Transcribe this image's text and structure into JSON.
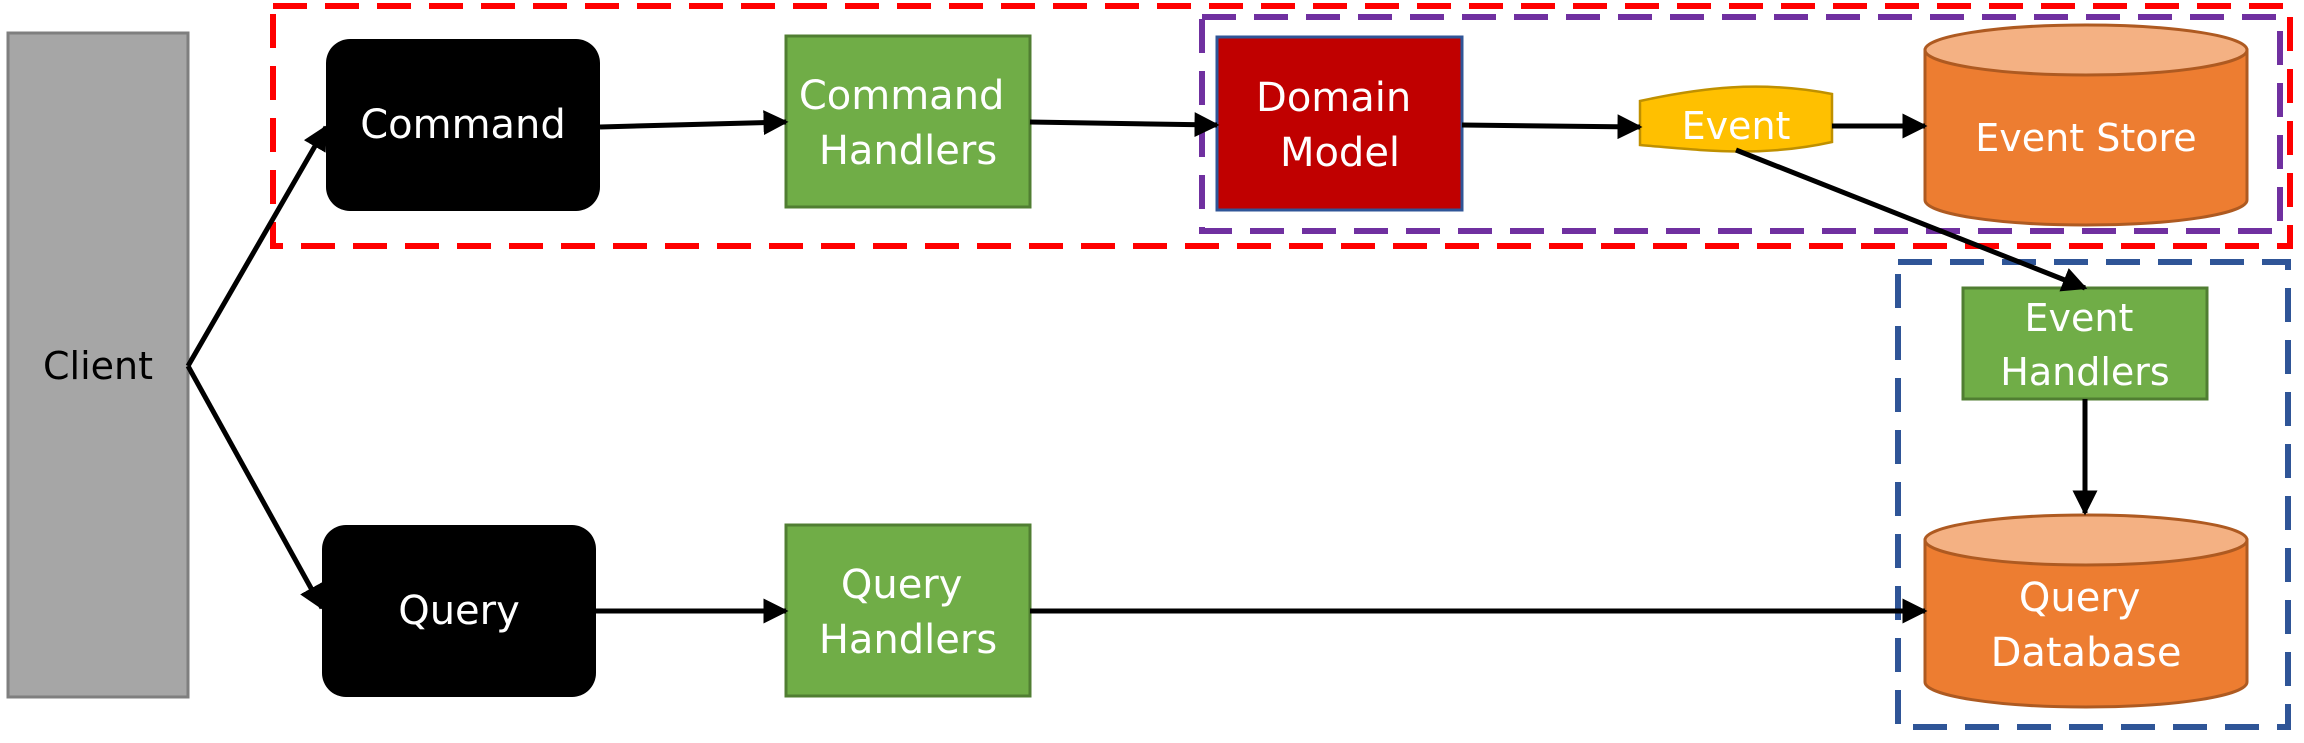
{
  "colors": {
    "client_fill": "#a6a6a6",
    "client_stroke": "#7f7f7f",
    "black_box": "#000000",
    "handler_fill": "#70ad47",
    "handler_stroke": "#507e32",
    "domain_fill": "#c00000",
    "domain_stroke": "#2f5597",
    "event_fill": "#ffc000",
    "event_stroke": "#bf9000",
    "cylinder_body": "#ed7d31",
    "cylinder_top": "#f4b183",
    "cylinder_stroke": "#ae5a21",
    "command_region": "#ff0000",
    "domain_region": "#7030a0",
    "query_region": "#2f5597",
    "arrow": "#000000"
  },
  "nodes": {
    "client": {
      "label": "Client"
    },
    "command": {
      "label": "Command"
    },
    "command_handlers": {
      "line1": "Command",
      "line2": "Handlers"
    },
    "domain_model": {
      "line1": "Domain",
      "line2": "Model"
    },
    "event": {
      "label": "Event"
    },
    "event_store": {
      "label": "Event Store"
    },
    "event_handlers": {
      "line1": "Event",
      "line2": "Handlers"
    },
    "query": {
      "label": "Query"
    },
    "query_handlers": {
      "line1": "Query",
      "line2": "Handlers"
    },
    "query_database": {
      "line1": "Query",
      "line2": "Database"
    }
  }
}
